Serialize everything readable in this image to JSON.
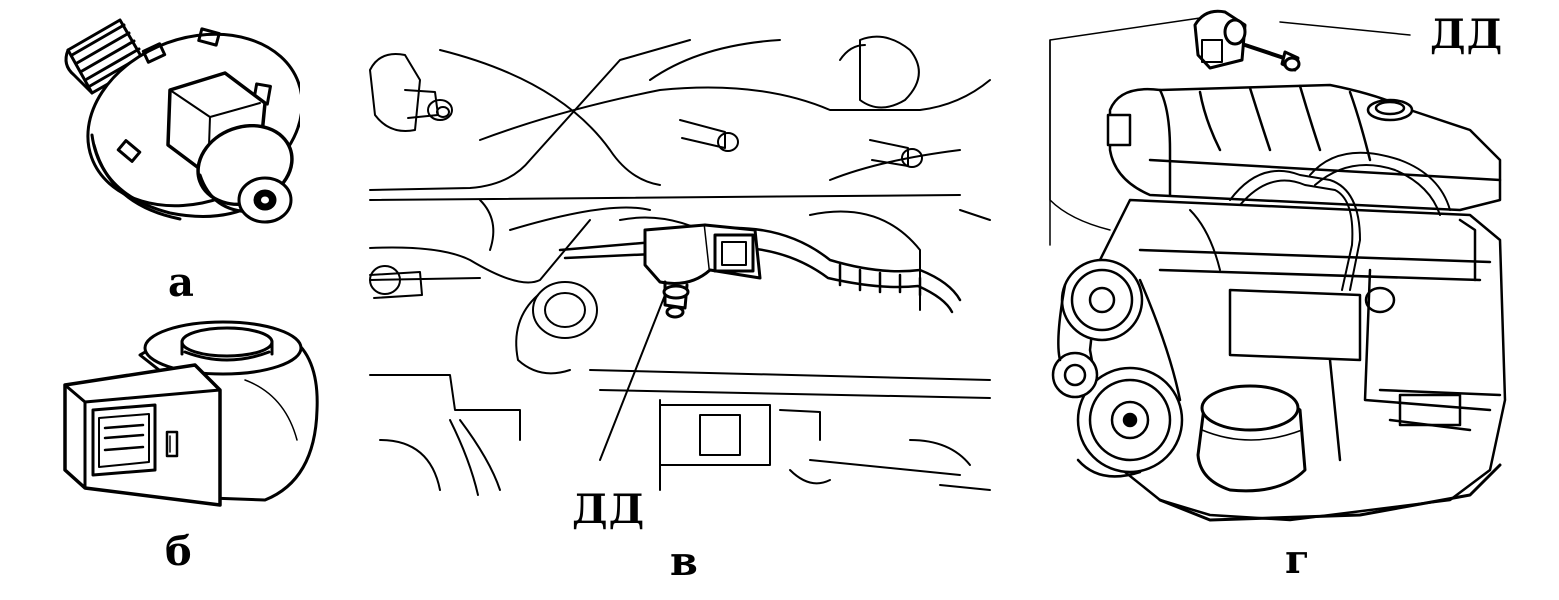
{
  "colors": {
    "ink": "#000000",
    "paper": "#ffffff"
  },
  "panels": [
    {
      "id": "a",
      "label": "а",
      "subject": "knock-sensor-threaded-resonant"
    },
    {
      "id": "b",
      "label": "б",
      "subject": "knock-sensor-broadband-washer"
    },
    {
      "id": "v",
      "label": "в",
      "subject": "sensor-mounted-on-block",
      "callout": "ДД"
    },
    {
      "id": "g",
      "label": "г",
      "subject": "engine-with-sensor-location",
      "callout": "ДД"
    }
  ]
}
